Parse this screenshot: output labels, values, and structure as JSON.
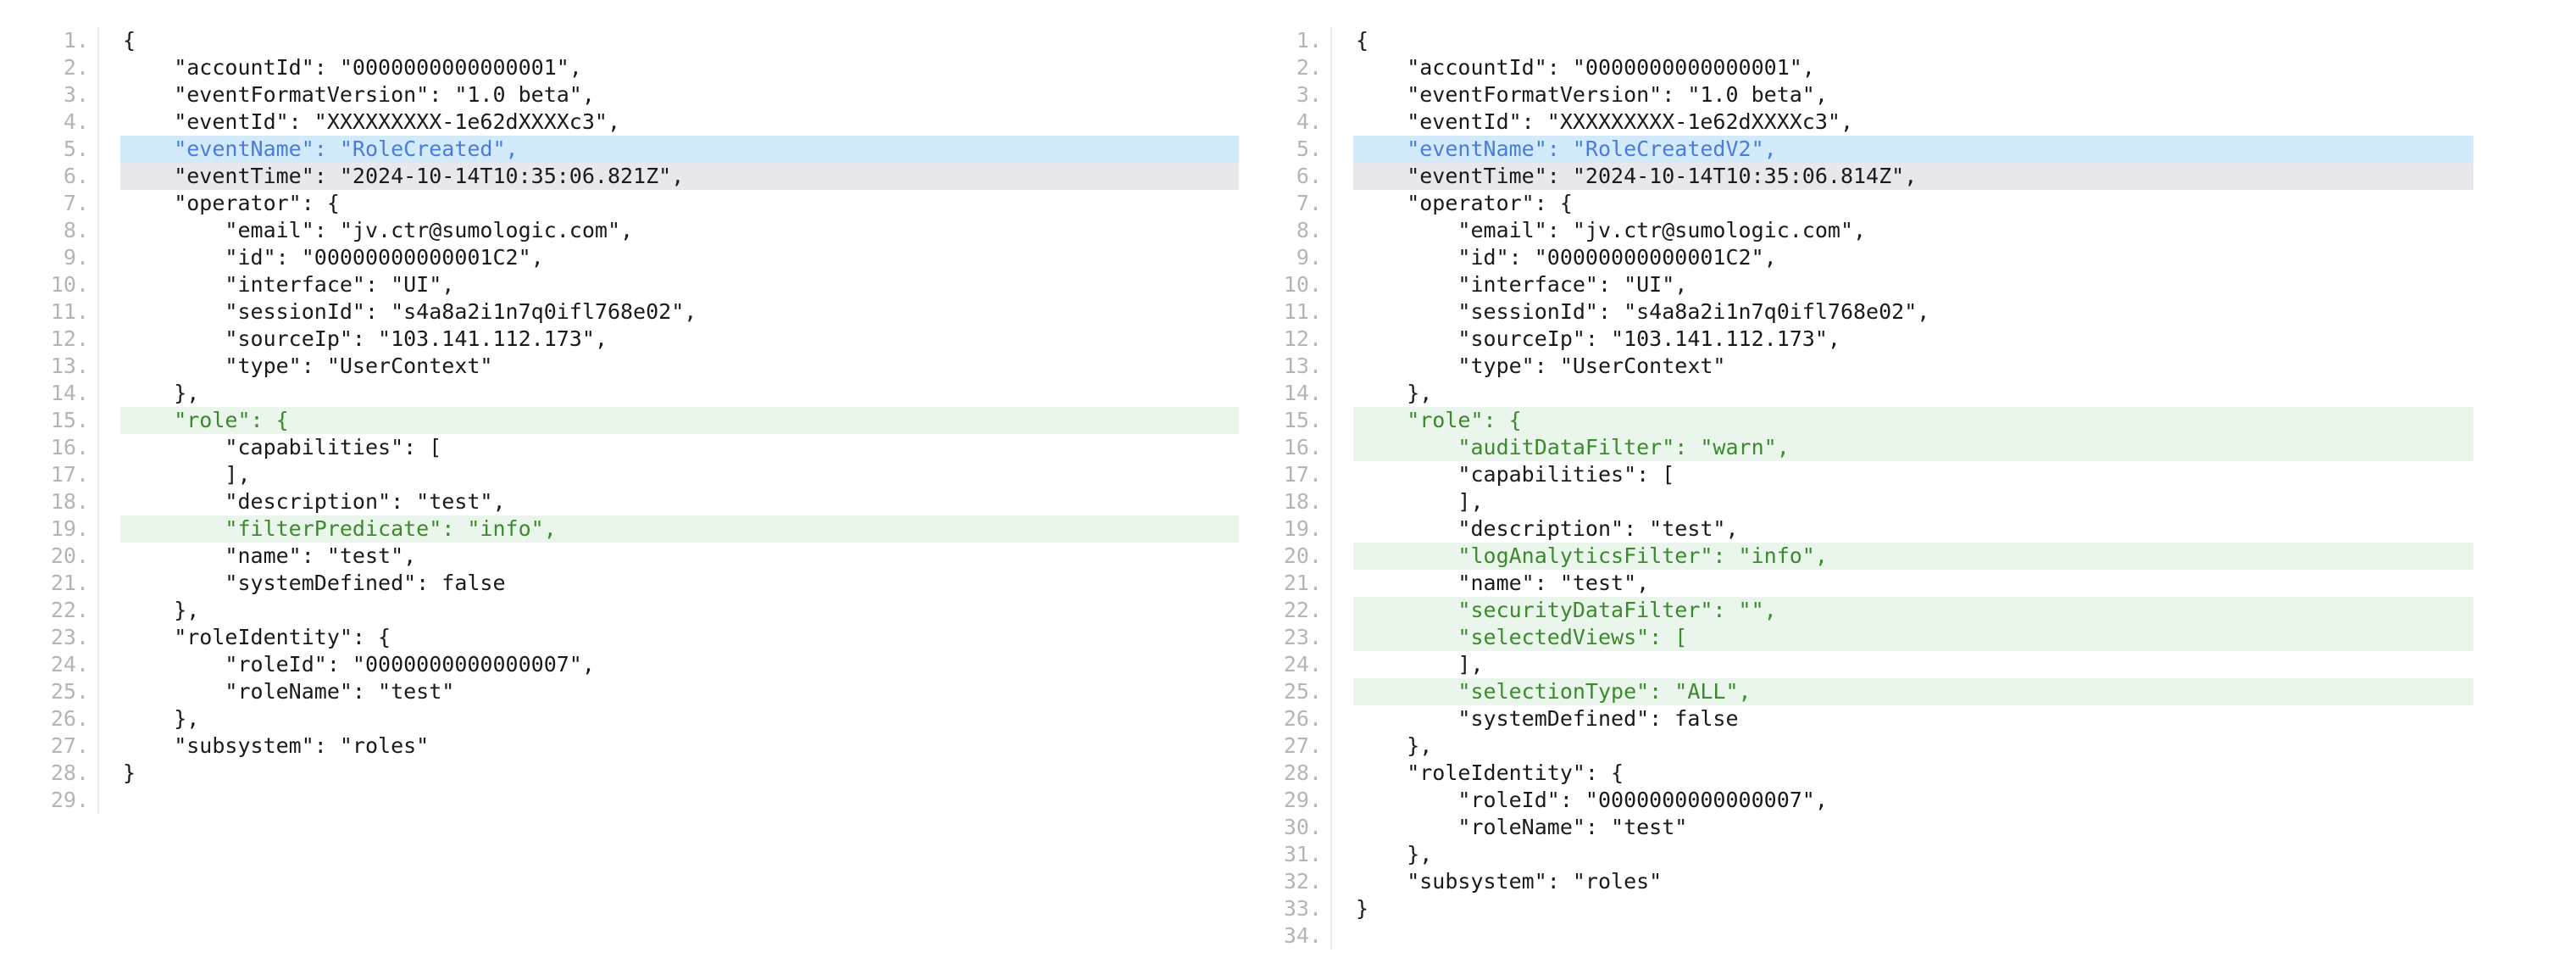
{
  "colors": {
    "changed_blue_bg": "#d3eafa",
    "changed_blue_text": "#4a7cdc",
    "changed_gray_bg": "#e8e8ec",
    "added_green_bg": "#eaf5ec",
    "added_green_text": "#3c8a2e",
    "line_number": "#b5b5b5"
  },
  "left": {
    "lines": [
      {
        "n": "1.",
        "text": "{",
        "hl": ""
      },
      {
        "n": "2.",
        "text": "    \"accountId\": \"0000000000000001\",",
        "hl": ""
      },
      {
        "n": "3.",
        "text": "    \"eventFormatVersion\": \"1.0 beta\",",
        "hl": ""
      },
      {
        "n": "4.",
        "text": "    \"eventId\": \"XXXXXXXXX-1e62dXXXXc3\",",
        "hl": ""
      },
      {
        "n": "5.",
        "text": "    \"eventName\": \"RoleCreated\",",
        "hl": "blue"
      },
      {
        "n": "6.",
        "text": "    \"eventTime\": \"2024-10-14T10:35:06.821Z\",",
        "hl": "gray"
      },
      {
        "n": "7.",
        "text": "    \"operator\": {",
        "hl": ""
      },
      {
        "n": "8.",
        "text": "        \"email\": \"jv.ctr@sumologic.com\",",
        "hl": ""
      },
      {
        "n": "9.",
        "text": "        \"id\": \"00000000000001C2\",",
        "hl": ""
      },
      {
        "n": "10.",
        "text": "        \"interface\": \"UI\",",
        "hl": ""
      },
      {
        "n": "11.",
        "text": "        \"sessionId\": \"s4a8a2i1n7q0ifl768e02\",",
        "hl": ""
      },
      {
        "n": "12.",
        "text": "        \"sourceIp\": \"103.141.112.173\",",
        "hl": ""
      },
      {
        "n": "13.",
        "text": "        \"type\": \"UserContext\"",
        "hl": ""
      },
      {
        "n": "14.",
        "text": "    },",
        "hl": ""
      },
      {
        "n": "15.",
        "text": "    \"role\": {",
        "hl": "green"
      },
      {
        "n": "16.",
        "text": "        \"capabilities\": [",
        "hl": ""
      },
      {
        "n": "17.",
        "text": "        ],",
        "hl": ""
      },
      {
        "n": "18.",
        "text": "        \"description\": \"test\",",
        "hl": ""
      },
      {
        "n": "19.",
        "text": "        \"filterPredicate\": \"info\",",
        "hl": "green"
      },
      {
        "n": "20.",
        "text": "        \"name\": \"test\",",
        "hl": ""
      },
      {
        "n": "21.",
        "text": "        \"systemDefined\": false",
        "hl": ""
      },
      {
        "n": "22.",
        "text": "    },",
        "hl": ""
      },
      {
        "n": "23.",
        "text": "    \"roleIdentity\": {",
        "hl": ""
      },
      {
        "n": "24.",
        "text": "        \"roleId\": \"0000000000000007\",",
        "hl": ""
      },
      {
        "n": "25.",
        "text": "        \"roleName\": \"test\"",
        "hl": ""
      },
      {
        "n": "26.",
        "text": "    },",
        "hl": ""
      },
      {
        "n": "27.",
        "text": "    \"subsystem\": \"roles\"",
        "hl": ""
      },
      {
        "n": "28.",
        "text": "}",
        "hl": ""
      },
      {
        "n": "29.",
        "text": "",
        "hl": ""
      }
    ]
  },
  "right": {
    "lines": [
      {
        "n": "1.",
        "text": "{",
        "hl": ""
      },
      {
        "n": "2.",
        "text": "    \"accountId\": \"0000000000000001\",",
        "hl": ""
      },
      {
        "n": "3.",
        "text": "    \"eventFormatVersion\": \"1.0 beta\",",
        "hl": ""
      },
      {
        "n": "4.",
        "text": "    \"eventId\": \"XXXXXXXXX-1e62dXXXXc3\",",
        "hl": ""
      },
      {
        "n": "5.",
        "text": "    \"eventName\": \"RoleCreatedV2\",",
        "hl": "blue"
      },
      {
        "n": "6.",
        "text": "    \"eventTime\": \"2024-10-14T10:35:06.814Z\",",
        "hl": "gray"
      },
      {
        "n": "7.",
        "text": "    \"operator\": {",
        "hl": ""
      },
      {
        "n": "8.",
        "text": "        \"email\": \"jv.ctr@sumologic.com\",",
        "hl": ""
      },
      {
        "n": "9.",
        "text": "        \"id\": \"00000000000001C2\",",
        "hl": ""
      },
      {
        "n": "10.",
        "text": "        \"interface\": \"UI\",",
        "hl": ""
      },
      {
        "n": "11.",
        "text": "        \"sessionId\": \"s4a8a2i1n7q0ifl768e02\",",
        "hl": ""
      },
      {
        "n": "12.",
        "text": "        \"sourceIp\": \"103.141.112.173\",",
        "hl": ""
      },
      {
        "n": "13.",
        "text": "        \"type\": \"UserContext\"",
        "hl": ""
      },
      {
        "n": "14.",
        "text": "    },",
        "hl": ""
      },
      {
        "n": "15.",
        "text": "    \"role\": {",
        "hl": "green"
      },
      {
        "n": "16.",
        "text": "        \"auditDataFilter\": \"warn\",",
        "hl": "green"
      },
      {
        "n": "17.",
        "text": "        \"capabilities\": [",
        "hl": ""
      },
      {
        "n": "18.",
        "text": "        ],",
        "hl": ""
      },
      {
        "n": "19.",
        "text": "        \"description\": \"test\",",
        "hl": ""
      },
      {
        "n": "20.",
        "text": "        \"logAnalyticsFilter\": \"info\",",
        "hl": "green"
      },
      {
        "n": "21.",
        "text": "        \"name\": \"test\",",
        "hl": ""
      },
      {
        "n": "22.",
        "text": "        \"securityDataFilter\": \"\",",
        "hl": "green"
      },
      {
        "n": "23.",
        "text": "        \"selectedViews\": [",
        "hl": "green"
      },
      {
        "n": "24.",
        "text": "        ],",
        "hl": ""
      },
      {
        "n": "25.",
        "text": "        \"selectionType\": \"ALL\",",
        "hl": "green"
      },
      {
        "n": "26.",
        "text": "        \"systemDefined\": false",
        "hl": ""
      },
      {
        "n": "27.",
        "text": "    },",
        "hl": ""
      },
      {
        "n": "28.",
        "text": "    \"roleIdentity\": {",
        "hl": ""
      },
      {
        "n": "29.",
        "text": "        \"roleId\": \"0000000000000007\",",
        "hl": ""
      },
      {
        "n": "30.",
        "text": "        \"roleName\": \"test\"",
        "hl": ""
      },
      {
        "n": "31.",
        "text": "    },",
        "hl": ""
      },
      {
        "n": "32.",
        "text": "    \"subsystem\": \"roles\"",
        "hl": ""
      },
      {
        "n": "33.",
        "text": "}",
        "hl": ""
      },
      {
        "n": "34.",
        "text": "",
        "hl": ""
      }
    ]
  }
}
